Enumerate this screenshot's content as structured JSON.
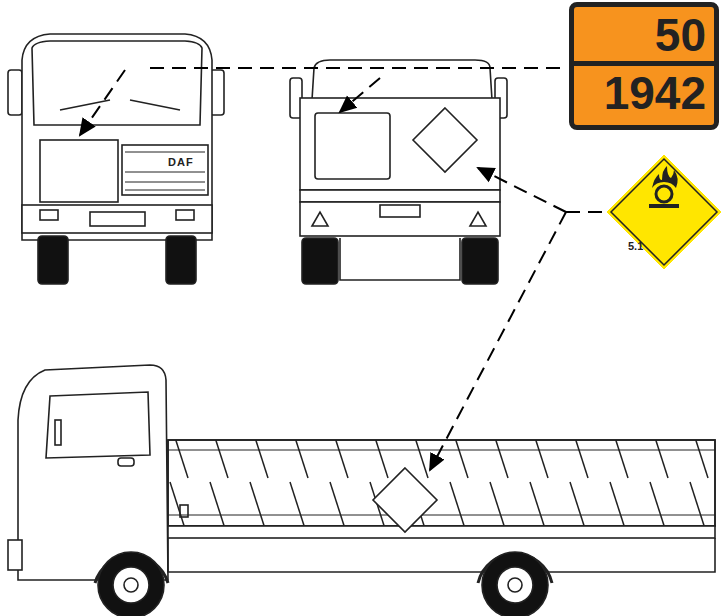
{
  "diagram": {
    "nodes": [
      {
        "text": [
          "50",
          "1942"
        ]
      },
      {
        "text": [
          "5.1"
        ]
      }
    ],
    "labels": [
      "DAF"
    ]
  }
}
